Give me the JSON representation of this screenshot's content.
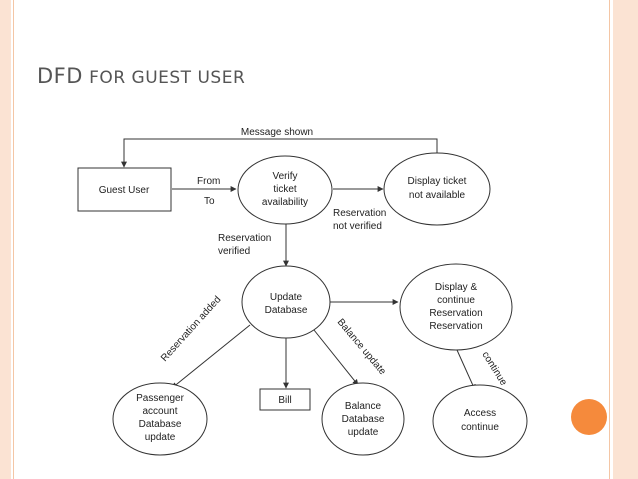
{
  "title": {
    "main": "DFD",
    "rest": "FOR GUEST USER"
  },
  "nodes": {
    "guest_user": "Guest User",
    "verify": [
      "Verify",
      "ticket",
      "availability"
    ],
    "display_na": [
      "Display ticket",
      "not available"
    ],
    "update_db": [
      "Update",
      "Database"
    ],
    "display_continue": [
      "Display &",
      "continue",
      "Reservation",
      "Reservation"
    ],
    "passenger": [
      "Passenger",
      "account",
      "Database",
      "update"
    ],
    "bill": "Bill",
    "balance_db": [
      "Balance",
      "Database",
      "update"
    ],
    "access": [
      "Access",
      "continue"
    ]
  },
  "labels": {
    "message_shown": "Message shown",
    "from": "From",
    "to": "To",
    "res_not_verified": [
      "Reservation",
      "not verified"
    ],
    "res_verified": [
      "Reservation",
      "verified"
    ],
    "res_added": "Reservation added",
    "balance_update": "Balance update",
    "continue": "continue"
  }
}
